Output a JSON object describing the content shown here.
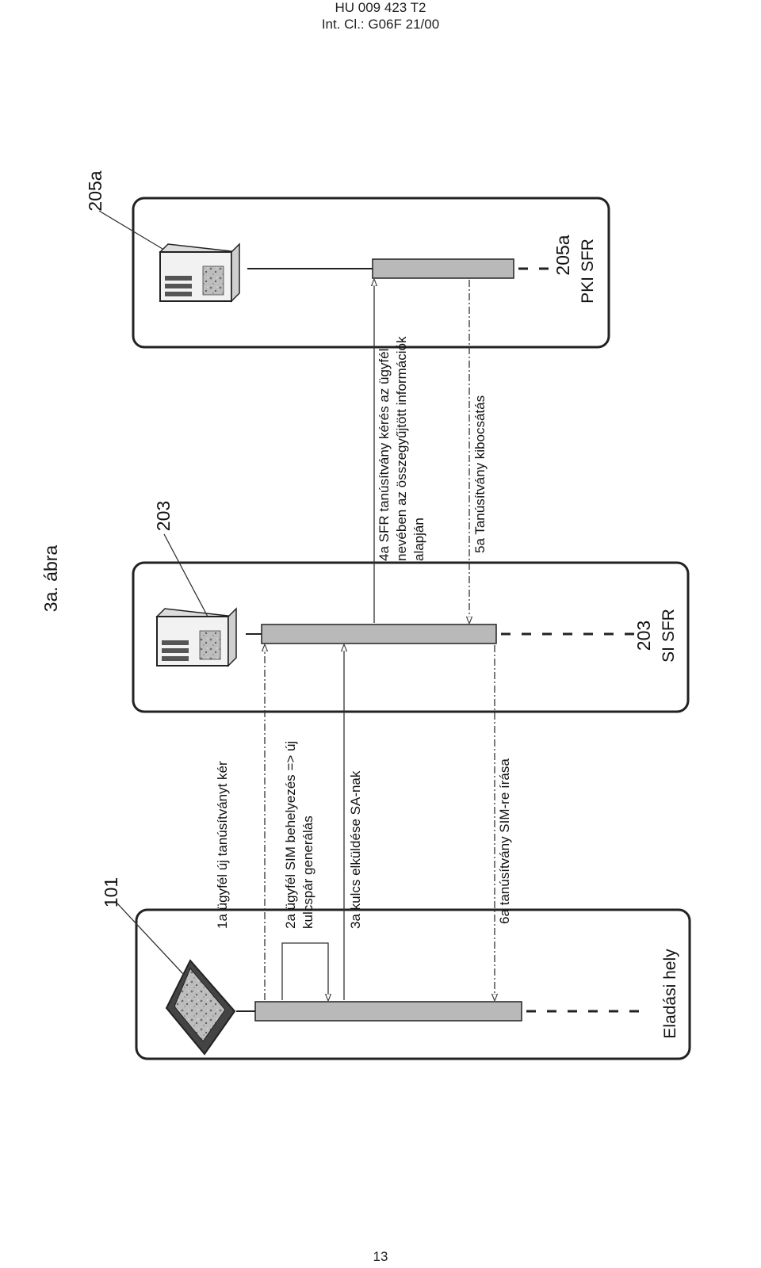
{
  "header": {
    "doc_number": "HU 009 423 T2",
    "classification": "Int. Cl.: G06F 21/00"
  },
  "figure": {
    "title": "3a. ábra",
    "participants": [
      {
        "ref": "205a",
        "ref_label": "205a",
        "name": "PKI SFR"
      },
      {
        "ref": "203",
        "ref_label": "203",
        "name": "SI SFR"
      },
      {
        "ref": "101",
        "name": "Eladási hely"
      }
    ],
    "messages": [
      {
        "step": "1a",
        "text": [
          "1a ügyfél új tanúsítványt kér"
        ]
      },
      {
        "step": "2a",
        "text": [
          "2a ügyfél SIM behelyezés => új",
          "kulcspár generálás"
        ]
      },
      {
        "step": "3a",
        "text": [
          "3a kulcs elküldése SA-nak"
        ]
      },
      {
        "step": "4a",
        "text": [
          "4a SFR tanúsítvány kérés az ügyfél",
          "nevében az összegyűjtött információk",
          "alapján"
        ]
      },
      {
        "step": "5a",
        "text": [
          "5a Tanúsítvány kibocsátás"
        ]
      },
      {
        "step": "6a",
        "text": [
          "6a tanúsítvány SIM-re írása"
        ]
      }
    ]
  },
  "footer": {
    "page_number": "13"
  }
}
